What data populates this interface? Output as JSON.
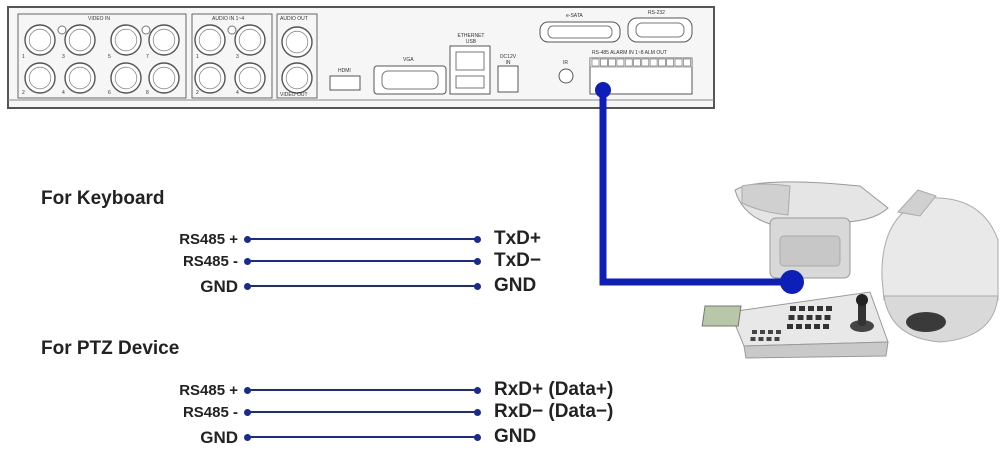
{
  "rear_panel": {
    "video_in_label": "VIDEO IN",
    "audio_in_label": "AUDIO IN 1~4",
    "audio_out_label": "AUDIO OUT",
    "video_out_label": "VIDEO OUT",
    "hdmi_label": "HDMI",
    "vga_label": "VGA",
    "ethernet_label": "ETHERNET USB",
    "dc_label": "DC12V IN",
    "esata_label": "e-SATA",
    "rs232_label": "RS-232",
    "ir_label": "IR",
    "terminal_label": "RS-485 ALARM IN 1~8 ALM OUT",
    "video_in_numbers": [
      "1",
      "3",
      "5",
      "7",
      "2",
      "4",
      "6",
      "8"
    ],
    "audio_in_numbers": [
      "1",
      "3",
      "2",
      "4"
    ]
  },
  "sections": [
    {
      "heading": "For Keyboard",
      "rows": [
        {
          "left": "RS485 +",
          "right": "TxD+"
        },
        {
          "left": "RS485 -",
          "right": "TxD−"
        },
        {
          "left": "GND",
          "right": "GND"
        }
      ]
    },
    {
      "heading": "For PTZ Device",
      "rows": [
        {
          "left": "RS485 +",
          "right": "RxD+ (Data+)"
        },
        {
          "left": "RS485 -",
          "right": "RxD− (Data−)"
        },
        {
          "left": "GND",
          "right": "GND"
        }
      ]
    }
  ],
  "colors": {
    "cable": "#0d1fb8",
    "wire": "#1a2b8f",
    "panel": "#f6f6f6"
  }
}
